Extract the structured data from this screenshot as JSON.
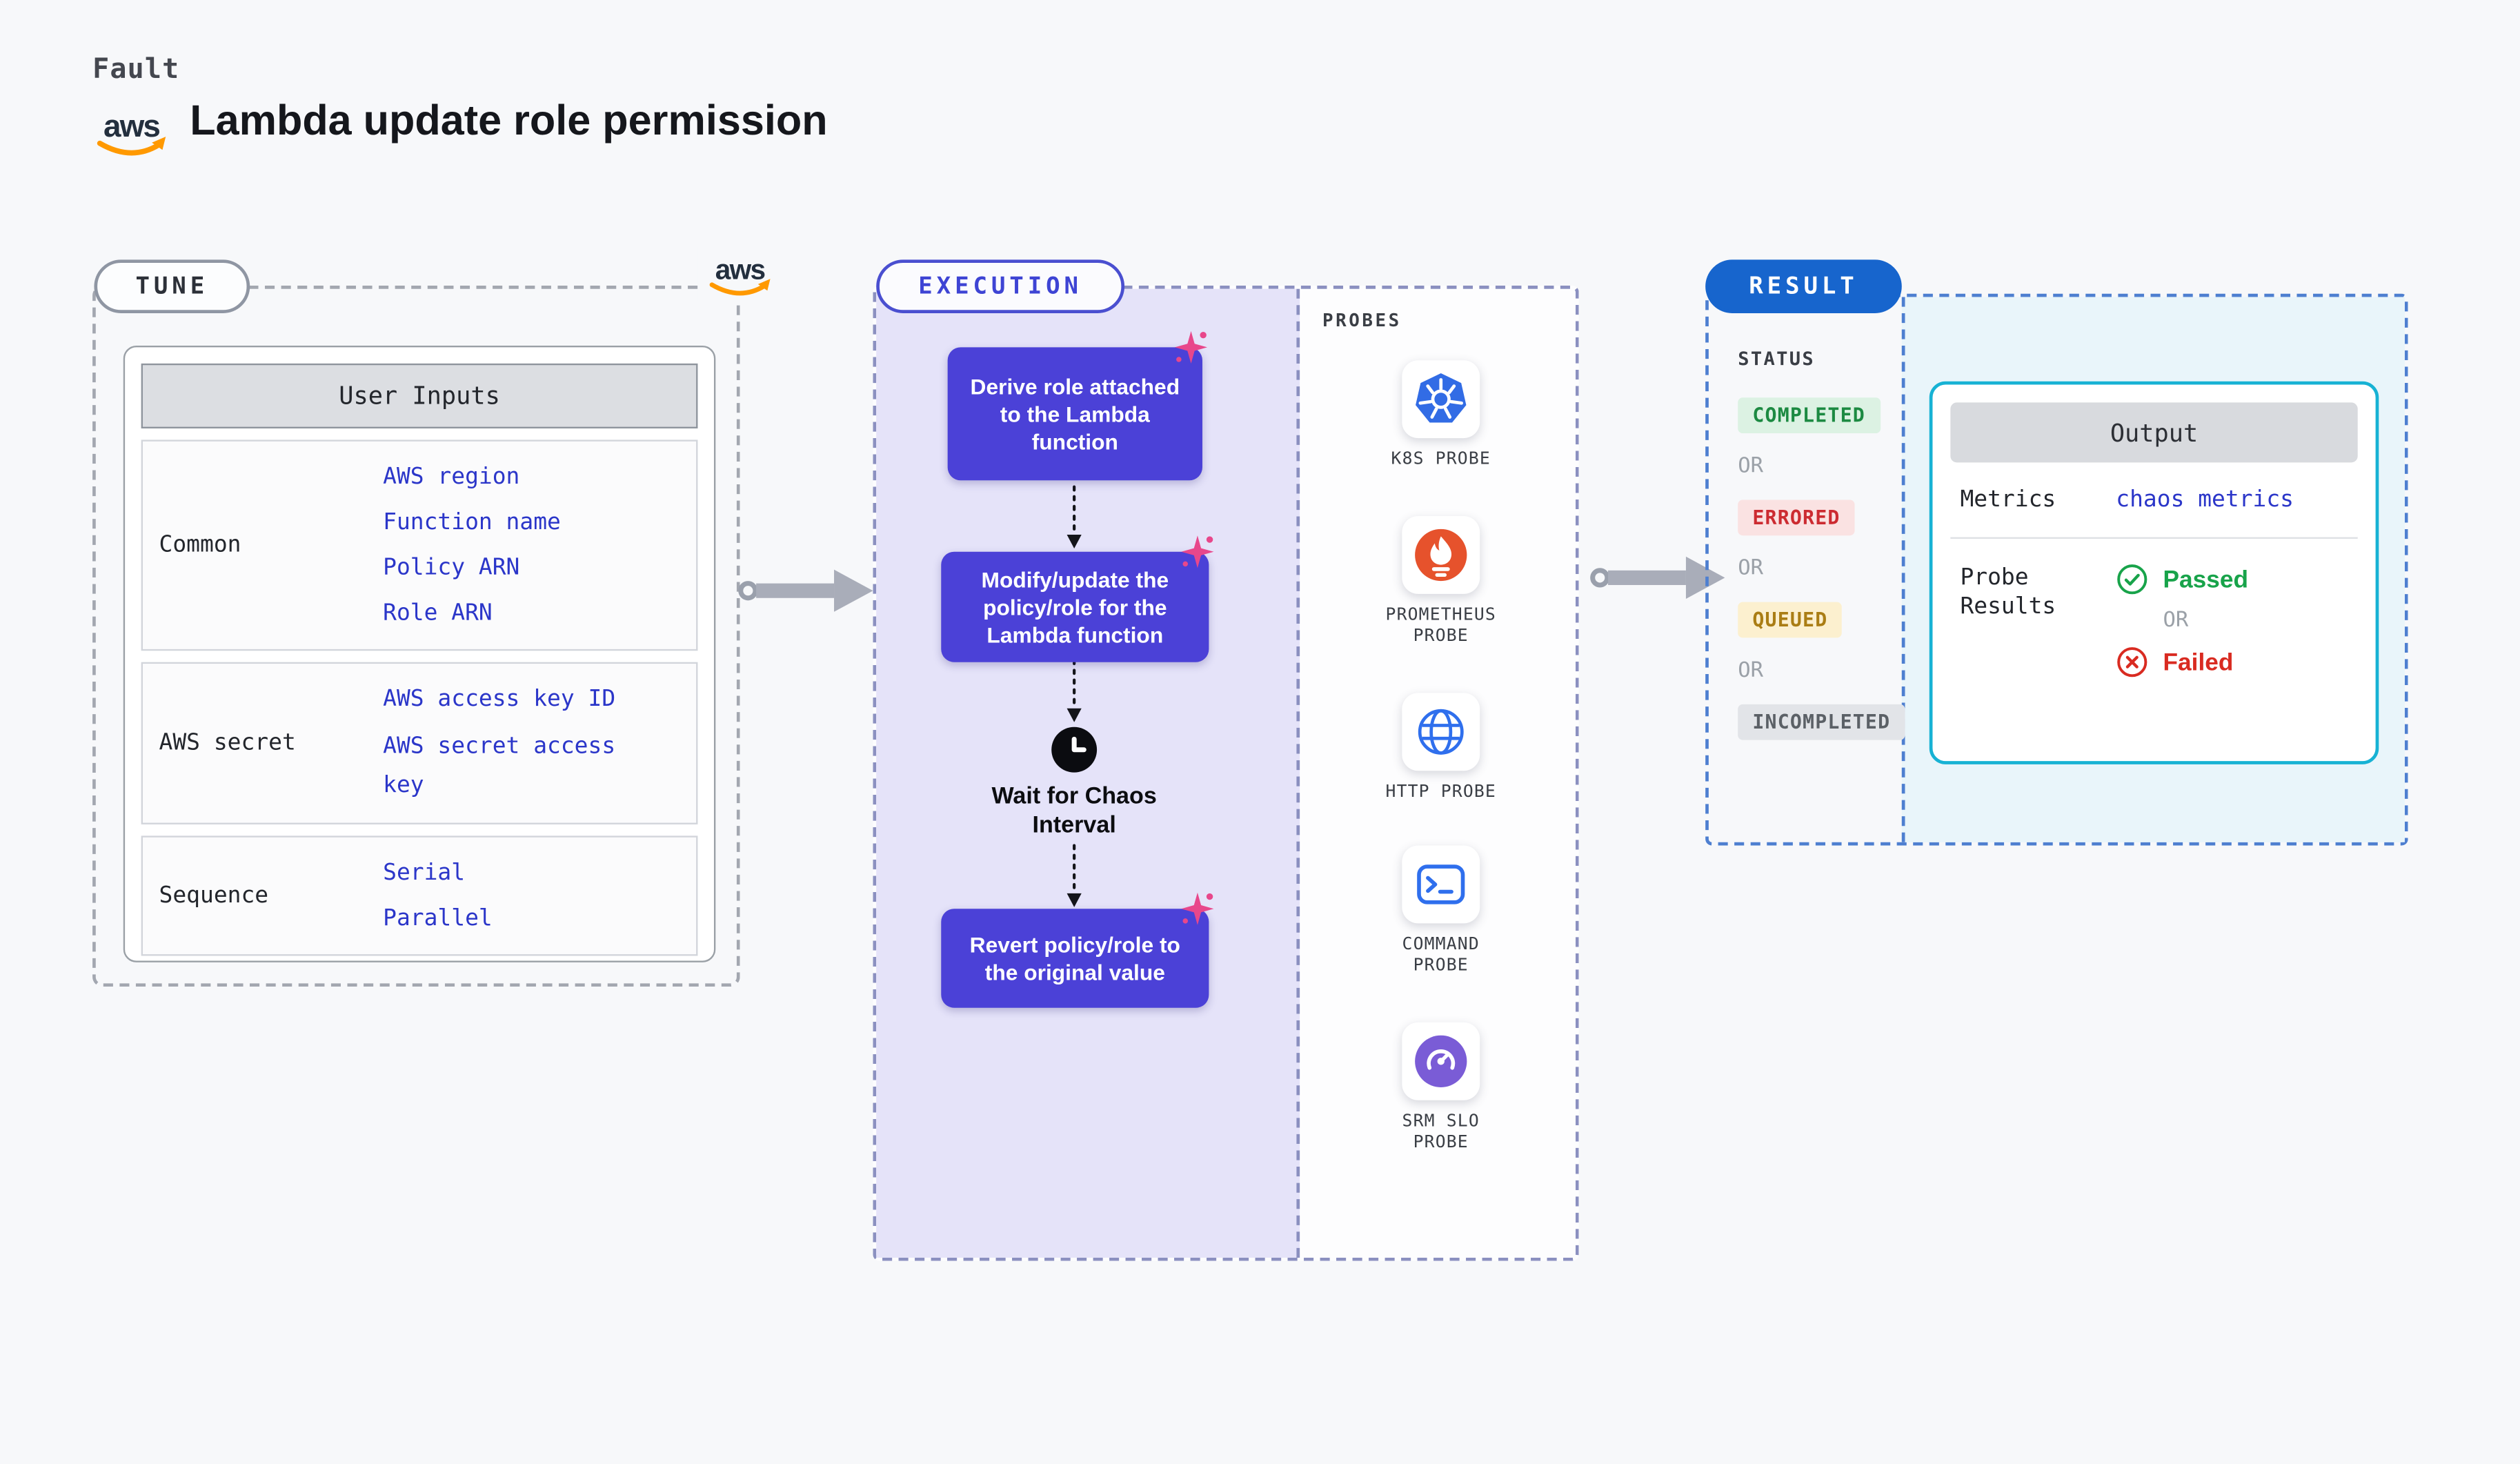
{
  "page": {
    "kicker": "Fault",
    "title": "Lambda update role permission",
    "brand": "aws"
  },
  "tune": {
    "pill": "TUNE",
    "table": {
      "header": "User Inputs",
      "rows": [
        {
          "label": "Common",
          "values": [
            "AWS region",
            "Function name",
            "Policy ARN",
            "Role ARN"
          ]
        },
        {
          "label": "AWS secret",
          "values": [
            "AWS access key ID",
            "AWS secret access key"
          ]
        },
        {
          "label": "Sequence",
          "values": [
            "Serial",
            "Parallel"
          ]
        }
      ]
    }
  },
  "execution": {
    "pill": "EXECUTION",
    "steps": [
      "Derive role attached to the Lambda function",
      "Modify/update the policy/role for the Lambda function"
    ],
    "wait": "Wait for Chaos Interval",
    "revert": "Revert policy/role to the original value",
    "probes": {
      "heading": "PROBES",
      "items": [
        "K8S PROBE",
        "PROMETHEUS PROBE",
        "HTTP PROBE",
        "COMMAND PROBE",
        "SRM SLO PROBE"
      ]
    }
  },
  "result": {
    "pill": "RESULT",
    "status": {
      "heading": "STATUS",
      "completed": "COMPLETED",
      "errored": "ERRORED",
      "queued": "QUEUED",
      "incompleted": "INCOMPLETED",
      "or": "OR"
    },
    "output": {
      "header": "Output",
      "metrics_label": "Metrics",
      "metrics_link": "chaos metrics",
      "probe_label": "Probe Results",
      "passed": "Passed",
      "or": "OR",
      "failed": "Failed"
    }
  },
  "colors": {
    "accent_purple": "#4B41D7",
    "lavender_bg": "#E5E3F9",
    "link_blue": "#2B36C9",
    "result_blue": "#1765CD",
    "success_green": "#18A34A",
    "error_red": "#D92B21",
    "queued_amber": "#AA7D14",
    "cyan_border": "#17B2D4",
    "aws_orange": "#FF9900",
    "chaos_pink": "#E8478B"
  }
}
